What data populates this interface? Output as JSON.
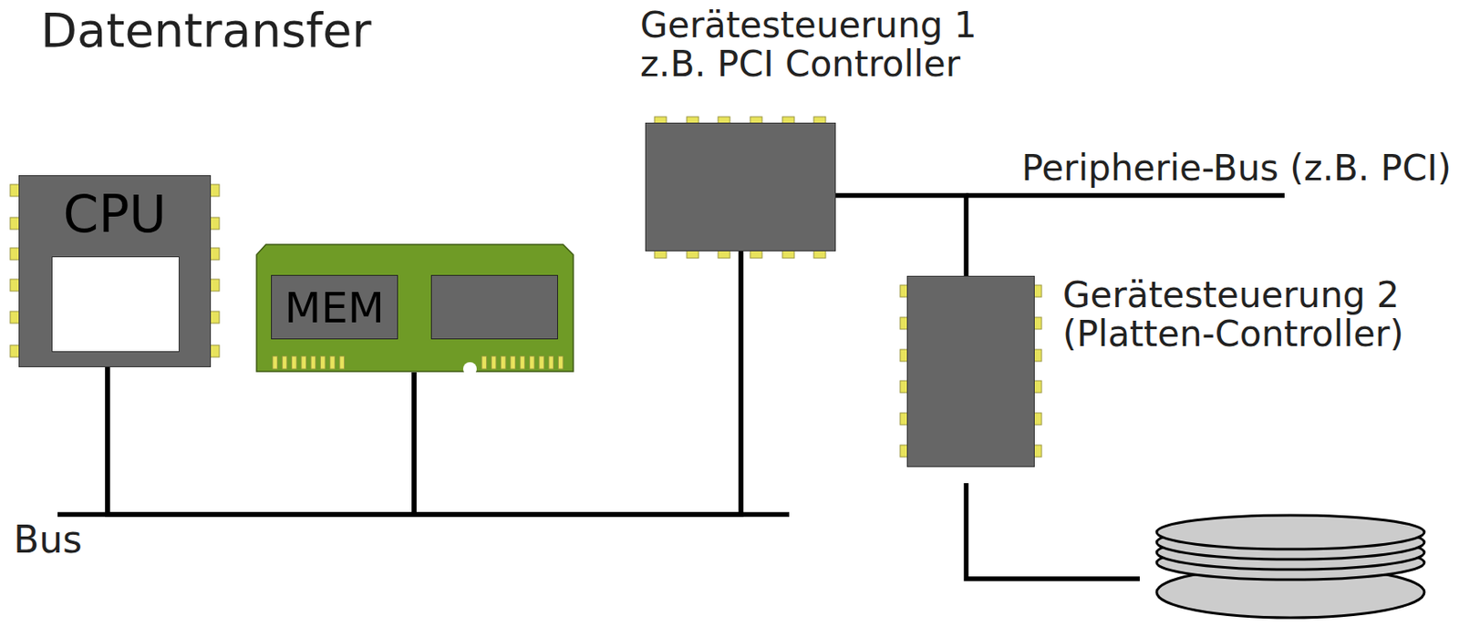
{
  "diagram": {
    "title": "Datentransfer",
    "nodes": [
      {
        "text": [
          "CPU"
        ]
      },
      {
        "text": [
          "MEM"
        ]
      },
      {
        "text": [
          "Gerätesteuerung 1",
          "z.B. PCI Controller"
        ]
      },
      {
        "text": [
          "Gerätesteuerung 2",
          "(Platten-Controller)"
        ]
      }
    ],
    "edges": [
      {
        "from": 0,
        "to": 1,
        "arrow": "none"
      },
      {
        "from": 0,
        "to": 2,
        "arrow": "none"
      },
      {
        "from": 1,
        "to": 2,
        "arrow": "none"
      },
      {
        "from": 2,
        "to": 3,
        "arrow": "none"
      }
    ],
    "labels": [
      "Bus",
      "Peripherie-Bus (z.B. PCI)"
    ]
  }
}
